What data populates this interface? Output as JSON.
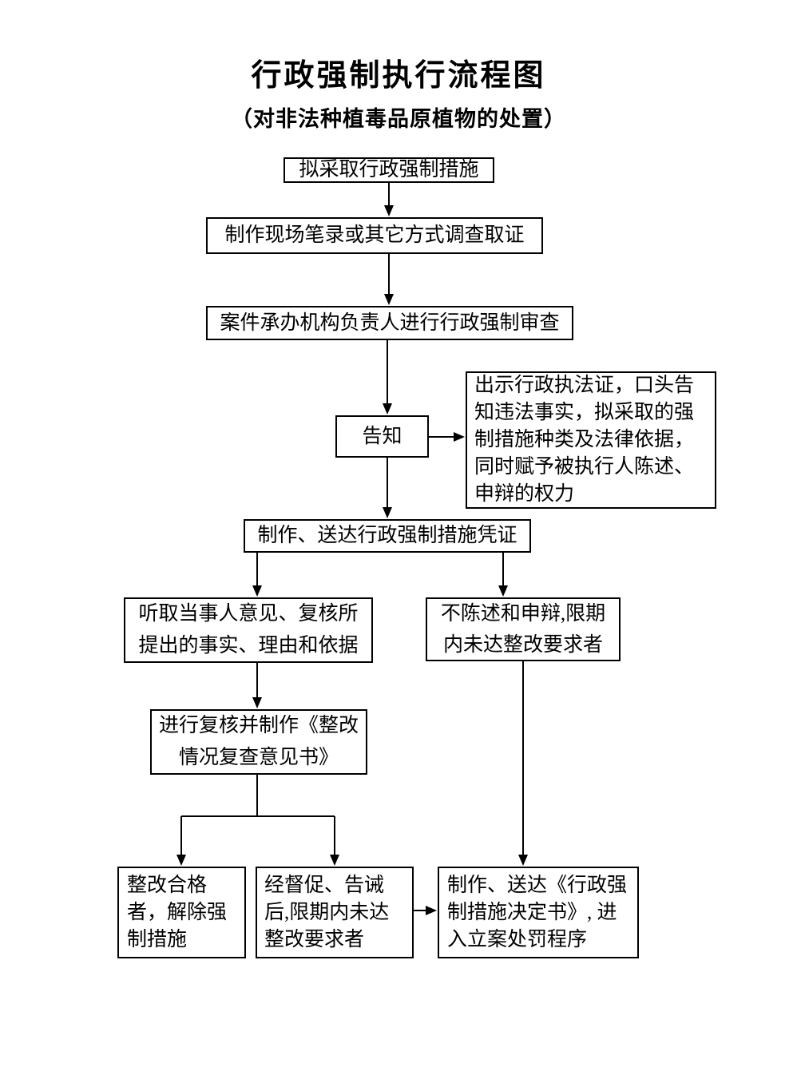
{
  "title": "行政强制执行流程图",
  "subtitle": "（对非法种植毒品原植物的处置）",
  "nodes": {
    "propose": {
      "label": "拟采取行政强制措施"
    },
    "record": {
      "label": "制作现场笔录或其它方式调查取证"
    },
    "review": {
      "label": "案件承办机构负责人进行行政强制审查"
    },
    "notify": {
      "label": "告知"
    },
    "notify_detail": {
      "label": "出示行政执法证，口头告知违法事实，拟采取的强制措施种类及法律依据，同时赋予被执行人陈述、申辩的权力"
    },
    "voucher": {
      "label": "制作、送达行政强制措施凭证"
    },
    "listen": {
      "label": "听取当事人意见、复核所提出的事实、理由和依据"
    },
    "no_statement": {
      "label": "不陈述和申辩,限期内未达整改要求者"
    },
    "recheck": {
      "label": "进行复核并制作《整改情况复查意见书》"
    },
    "qualified": {
      "label": "整改合格者，解除强制措施"
    },
    "not_met": {
      "label": "经督促、告诫后,限期内未达整改要求者"
    },
    "decision": {
      "label": "制作、送达《行政强制措施决定书》, 进入立案处罚程序"
    }
  }
}
